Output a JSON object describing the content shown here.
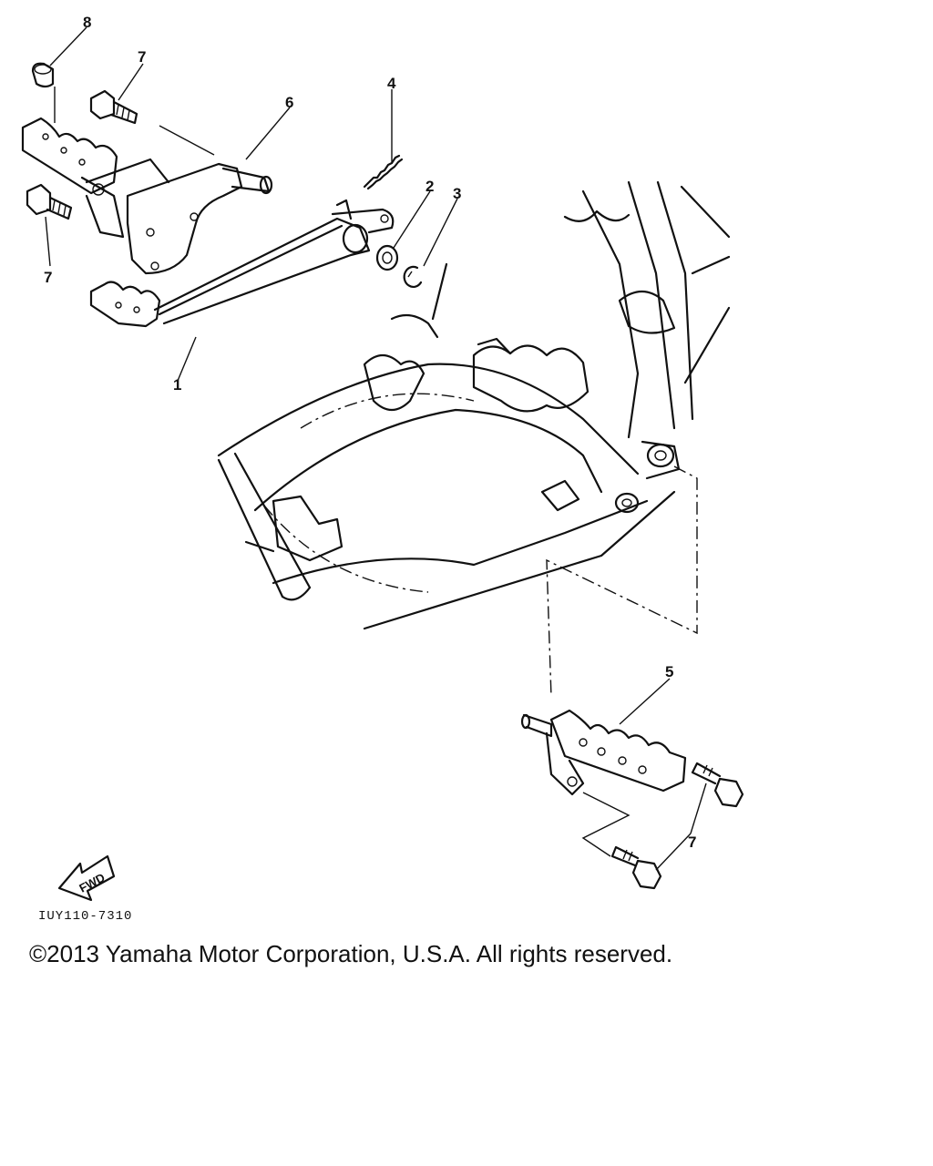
{
  "callouts": {
    "c1": "1",
    "c2": "2",
    "c3": "3",
    "c4": "4",
    "c5": "5",
    "c6": "6",
    "c7a": "7",
    "c7b": "7",
    "c7c": "7",
    "c8": "8"
  },
  "fwd_label": "FWD",
  "drawing_code": "IUY110-7310",
  "copyright": "©2013 Yamaha Motor Corporation, U.S.A. All rights reserved."
}
